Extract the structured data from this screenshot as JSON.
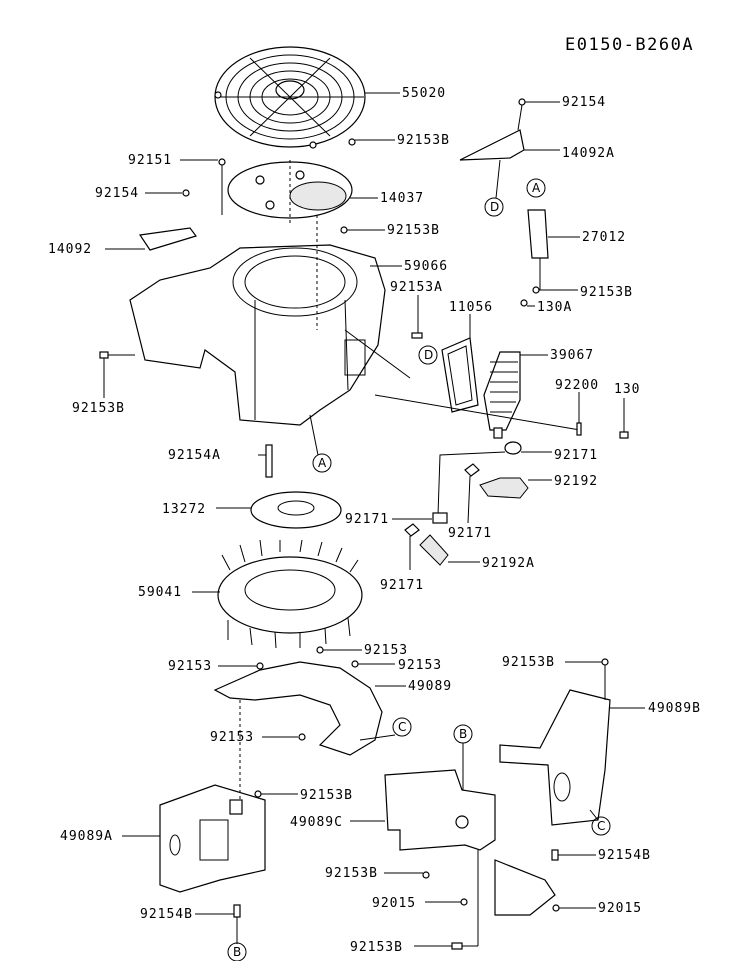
{
  "diagram_id": "E0150-B260A",
  "callouts": {
    "fan_screen": "55020",
    "bolt_a": "92154",
    "bolt_b": "92153B",
    "cover_b": "14092A",
    "bolt_c": "92151",
    "bolt_d": "92154",
    "fan_plate": "14037",
    "cover_a": "14092",
    "bolt_e": "92153B",
    "housing": "59066",
    "bracket": "27012",
    "bolt_f": "92153A",
    "gasket": "11056",
    "bolt_g": "92153B",
    "bolt_h": "130A",
    "cooler": "39067",
    "bolt_i": "92153B",
    "clamp_a": "92200",
    "bolt_j": "130",
    "stud": "92154A",
    "clamp_b": "92171",
    "hose_a": "92192",
    "pulley": "13272",
    "clamp_c": "92171",
    "clamp_d": "92171",
    "hose_b": "92192A",
    "clamp_e": "92171",
    "flywheel": "59041",
    "bolt_k": "92153",
    "bolt_l": "92153",
    "bolt_m": "92153",
    "baffle": "49089",
    "bolt_n": "92153B",
    "baffle_b": "49089B",
    "bolt_o": "92153",
    "bolt_p": "92153B",
    "baffle_a": "49089A",
    "baffle_c": "49089C",
    "bolt_q": "92154B",
    "bolt_r": "92153B",
    "nut_a": "92015",
    "nut_b": "92015",
    "bolt_s": "92154B",
    "bolt_t": "92153B"
  },
  "refs": {
    "a1": "A",
    "a2": "A",
    "b1": "B",
    "b2": "B",
    "c1": "C",
    "c2": "C",
    "d1": "D",
    "d2": "D"
  }
}
